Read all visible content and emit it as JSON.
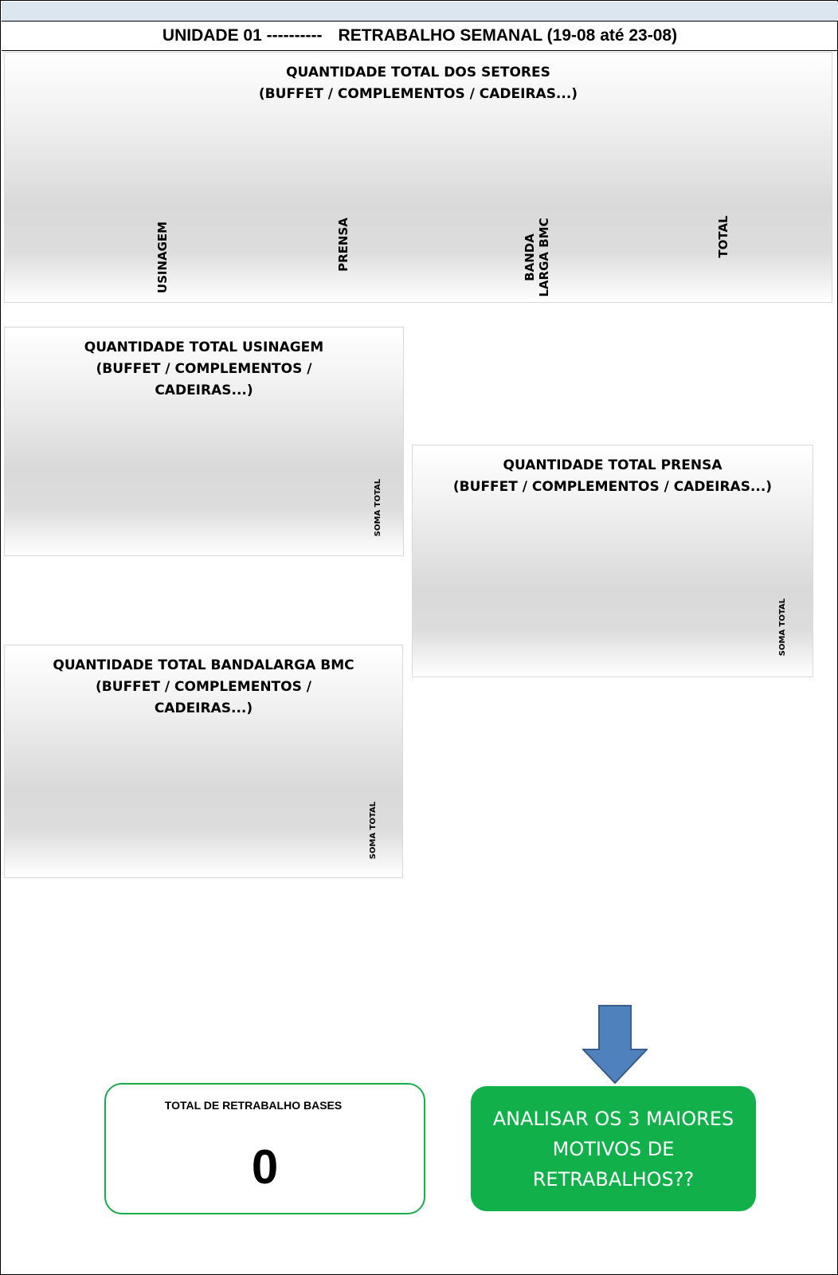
{
  "header": {
    "unit": "UNIDADE 01 ----------",
    "title": "RETRABALHO SEMANAL (19-08 até 23-08)"
  },
  "charts": {
    "setores": {
      "title_line1": "QUANTIDADE TOTAL  DOS SETORES",
      "title_line2": "(BUFFET / COMPLEMENTOS / CADEIRAS...)",
      "categories": [
        "USINAGEM",
        "PRENSA",
        "BANDA\nLARGA BMC",
        "TOTAL"
      ]
    },
    "usinagem": {
      "title_line1": "QUANTIDADE TOTAL USINAGEM",
      "title_line2": "(BUFFET / COMPLEMENTOS /",
      "title_line3": "CADEIRAS...)",
      "category": "SOMA TOTAL"
    },
    "prensa": {
      "title_line1": "QUANTIDADE TOTAL PRENSA",
      "title_line2": "(BUFFET / COMPLEMENTOS / CADEIRAS...)",
      "category": "SOMA TOTAL"
    },
    "bandalarga": {
      "title_line1": "QUANTIDADE TOTAL BANDALARGA BMC",
      "title_line2": "(BUFFET / COMPLEMENTOS /",
      "title_line3": "CADEIRAS...)",
      "category": "SOMA TOTAL"
    }
  },
  "summary": {
    "title": "TOTAL DE RETRABALHO BASES",
    "value": "0"
  },
  "action": {
    "text": "ANALISAR OS 3 MAIORES MOTIVOS DE RETRABALHOS??"
  },
  "colors": {
    "green_box": "#11b04b",
    "green_border": "#1aab4c",
    "arrow_fill": "#4f81bd",
    "arrow_stroke": "#385d8a",
    "top_strip": "#dce6f1"
  },
  "icons": {
    "arrow": "arrow-down-icon"
  }
}
